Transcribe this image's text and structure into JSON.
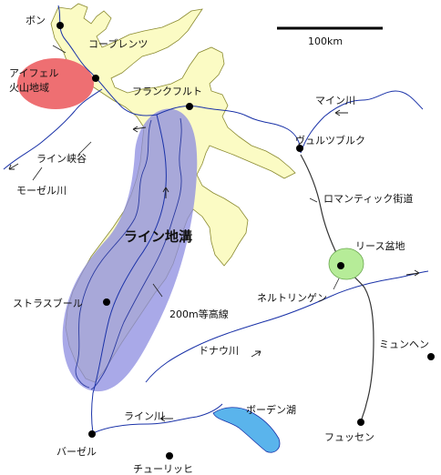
{
  "scale": {
    "label": "100km"
  },
  "colors": {
    "lowland": "#fbfbc4",
    "lowland_stroke": "#8a8a30",
    "rift": "#8c8ce0",
    "volcanic": "#ee6f72",
    "basin": "#b6ec98",
    "lake": "#5ab4ec",
    "river": "#1a32a8"
  },
  "labels": {
    "bonn": "ボン",
    "koblenz": "コーブレンツ",
    "eifel": "アイフェル\n火山地域",
    "frankfurt": "フランクフルト",
    "main_river": "マイン川",
    "rhine_gorge": "ライン峡谷",
    "mosel_river": "モーゼル川",
    "wurzburg": "ヴュルツブルク",
    "romantic_road": "ロマンティック街道",
    "rhine_graben": "ライン地溝",
    "ries_basin": "リース盆地",
    "nordlingen": "ネルトリンゲン",
    "strasbourg": "ストラスブール",
    "contour_200m": "200m等高線",
    "danube_river": "ドナウ川",
    "munich": "ミュンヘン",
    "rhine_river": "ライン川",
    "bodensee": "ボーデン湖",
    "basel": "バーゼル",
    "fussen": "フュッセン",
    "zurich": "チューリッヒ"
  }
}
